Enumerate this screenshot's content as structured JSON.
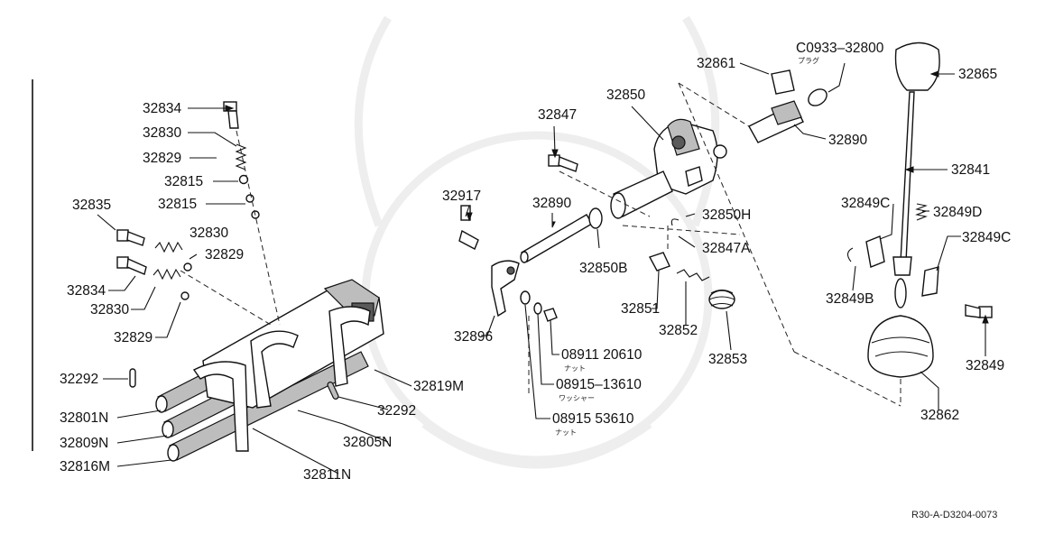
{
  "diagram": {
    "reference_code": "R30-A-D3204-0073",
    "parts": {
      "p32834_top": "32834",
      "p32830_top": "32830",
      "p32829_top": "32829",
      "p32815_a": "32815",
      "p32815_b": "32815",
      "p32835": "32835",
      "p32830_mid": "32830",
      "p32829_mid": "32829",
      "p32834_left": "32834",
      "p32830_left": "32830",
      "p32829_left": "32829",
      "p32292_left": "32292",
      "p32801N": "32801N",
      "p32809N": "32809N",
      "p32816M": "32816M",
      "p32811N": "32811N",
      "p32805N": "32805N",
      "p32292_right": "32292",
      "p32819M": "32819M",
      "p32917": "32917",
      "p32890_rod": "32890",
      "p32847": "32847",
      "p32850": "32850",
      "p32850H": "32850H",
      "p32847A": "32847A",
      "p32850B": "32850B",
      "p32896": "32896",
      "p08911": "08911  20610",
      "p08911_sub": "ナット",
      "p08915a": "08915–13610",
      "p08915a_sub": "ワッシャー",
      "p08915b": "08915  53610",
      "p08915b_sub": "ナット",
      "p32851": "32851",
      "p32852": "32852",
      "p32853": "32853",
      "p32861": "32861",
      "pC0933": "C0933–32800",
      "pC0933_sub": "プラグ",
      "p32865": "32865",
      "p32890_top": "32890",
      "p32841": "32841",
      "p32849C_a": "32849C",
      "p32849D": "32849D",
      "p32849C_b": "32849C",
      "p32849B": "32849B",
      "p32849": "32849",
      "p32862": "32862"
    }
  }
}
